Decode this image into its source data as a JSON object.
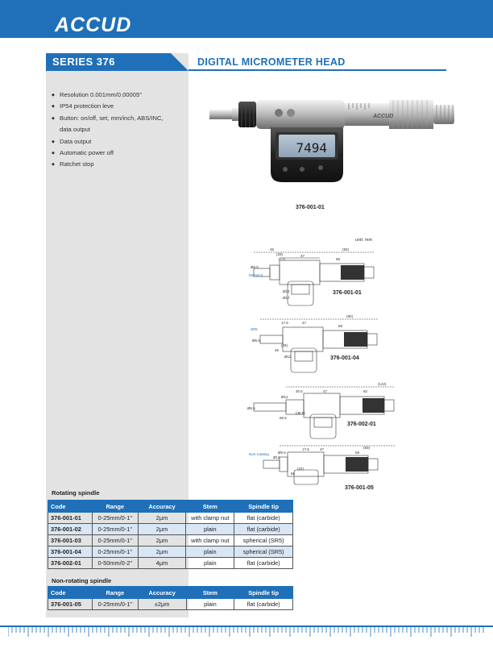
{
  "brand": {
    "logo": "ACCUD"
  },
  "series": {
    "label": "SERIES 376",
    "title": "DIGITAL MICROMETER HEAD"
  },
  "features": [
    "Resolution 0.001mm/0.00005\"",
    "IP54 protection leve",
    "Button: on/off, set, mm/inch, ABS/INC,",
    "data output",
    "Data output",
    "Automatic power off",
    "Ratchet stop"
  ],
  "product": {
    "display_reading": "7494",
    "caption": "376-001-01",
    "label_on_body": "ACCUD"
  },
  "drawings": {
    "unit_label": "unit: mm",
    "d1": {
      "caption": "376-001-01",
      "dims": [
        "45",
        "(28)",
        "17.5",
        "47",
        "(90)",
        "58",
        "M12x0.5",
        "Ø6.5",
        "Ø12",
        "Ø17"
      ]
    },
    "d2": {
      "caption": "376-001-04",
      "dims": [
        "SR5",
        "17.5",
        "47",
        "(90)",
        "58",
        "(28)",
        "45",
        "Ø6.5",
        "Ø12"
      ]
    },
    "d3": {
      "caption": "376-002-01",
      "dims": [
        "30.5",
        "47",
        "(142)",
        "92",
        "(38.5)",
        "66.5",
        "Ø6.5",
        "Ø12"
      ]
    },
    "d4": {
      "caption": "376-001-05",
      "dims": [
        "Non-rotating",
        "17.5",
        "47",
        "(90)",
        "58",
        "(32)",
        "56",
        "Ø6.5",
        "Ø12"
      ]
    }
  },
  "rotating": {
    "title": "Rotating spindle",
    "headers": [
      "Code",
      "Range",
      "Accuracy",
      "Stem",
      "Spindle tip"
    ],
    "rows": [
      [
        "376-001-01",
        "0-25mm/0-1\"",
        "2μm",
        "with clamp nut",
        "flat (carbide)"
      ],
      [
        "376-001-02",
        "0-25mm/0-1\"",
        "2μm",
        "plain",
        "flat (carbide)"
      ],
      [
        "376-001-03",
        "0-25mm/0-1\"",
        "2μm",
        "with clamp nut",
        "spherical (SR5)"
      ],
      [
        "376-001-04",
        "0-25mm/0-1\"",
        "2μm",
        "plain",
        "spherical (SR5)"
      ],
      [
        "376-002-01",
        "0-50mm/0-2\"",
        "4μm",
        "plain",
        "flat (carbide)"
      ]
    ]
  },
  "nonrotating": {
    "title": "Non-rotating spindle",
    "headers": [
      "Code",
      "Range",
      "Accuracy",
      "Stem",
      "Spindle tip"
    ],
    "rows": [
      [
        "376-001-05",
        "0-25mm/0-1\"",
        "±2μm",
        "plain",
        "flat (carbide)"
      ]
    ]
  },
  "colors": {
    "brand_blue": "#1f70b8",
    "panel_gray": "#e3e3e3",
    "row_highlight": "#d9e6f3"
  }
}
